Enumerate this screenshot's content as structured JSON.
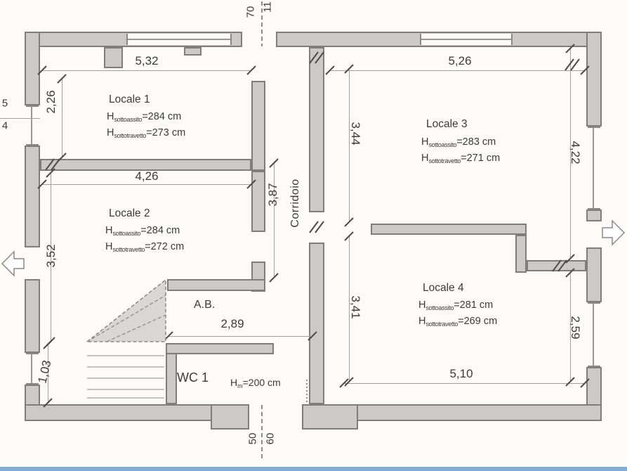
{
  "plan": {
    "h_prefix": "H",
    "rooms": [
      {
        "name": "Locale 1",
        "h1_sub": "sottoassito",
        "h1_val": "=284 cm",
        "h2_sub": "sottotravetto",
        "h2_val": "=273 cm"
      },
      {
        "name": "Locale 2",
        "h1_sub": "sottoassito",
        "h1_val": "=284 cm",
        "h2_sub": "sottotravetto",
        "h2_val": "=272 cm"
      },
      {
        "name": "Locale 3",
        "h1_sub": "sottoassito",
        "h1_val": "=283 cm",
        "h2_sub": "sottotravetto",
        "h2_val": "=271 cm"
      },
      {
        "name": "Locale 4",
        "h1_sub": "sottoassito",
        "h1_val": "=281 cm",
        "h2_sub": "sottotravetto",
        "h2_val": "=269 cm"
      }
    ],
    "corridor_label": "Corridoio",
    "ab_label": "A.B.",
    "wc": {
      "name": "WC 1",
      "h_prefix": "H",
      "h_sub": "m",
      "h_val": "=200 cm"
    },
    "dims": {
      "locale1_width": "5,32",
      "locale3_width": "5,26",
      "locale1_height": "2,26",
      "locale2_width": "4,26",
      "locale2_height": "3,52",
      "corridor_length": "3,87",
      "locale3_corridor_height": "3,44",
      "locale3_right_height": "4,22",
      "locale4_corridor_height": "3,41",
      "locale4_right_height": "2,59",
      "locale4_width": "5,10",
      "ab_width": "2,89",
      "stairs_height": "1,03",
      "top_wall_a": "70",
      "top_wall_b": "11",
      "bottom_wall_a": "50",
      "bottom_wall_b": "60",
      "left_edge_a": "5",
      "left_edge_b": "4"
    },
    "colors": {
      "wall_fill": "#cbcac6",
      "wall_edge": "#7f7e7a",
      "dim_line": "#a3a19b",
      "text": "#3c3b38",
      "scan_edge_blue": "#6f9fd0"
    }
  }
}
